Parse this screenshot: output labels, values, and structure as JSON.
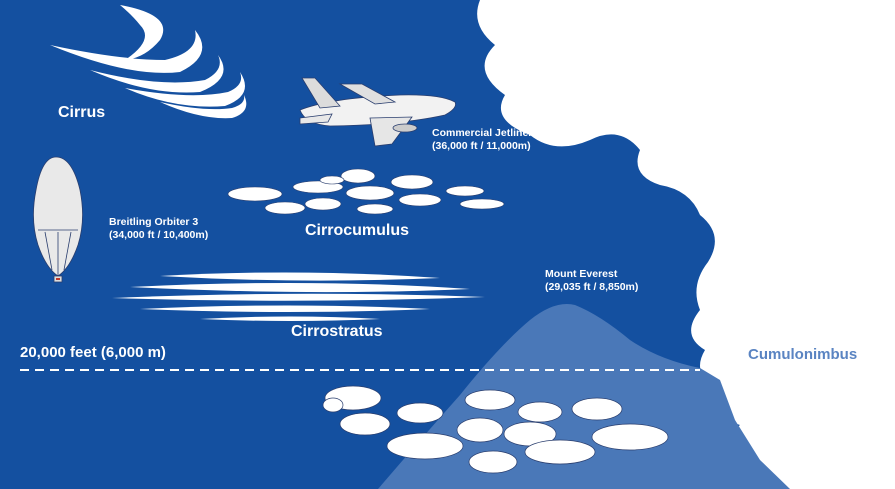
{
  "colors": {
    "sky": "#1450a0",
    "mountain": "#4a78b8",
    "cloud": "#ffffff",
    "cumulonimbus_label": "#5a84c2",
    "outline": "#2a3e6e"
  },
  "labels": {
    "cirrus": "Cirrus",
    "jetliner_name": "Commercial Jetliner",
    "jetliner_altitude": "(36,000 ft / 11,000m)",
    "balloon_name": "Breitling Orbiter 3",
    "balloon_altitude": "(34,000 ft / 10,400m)",
    "cirrocumulus": "Cirrocumulus",
    "everest_name": "Mount Everest",
    "everest_altitude": "(29,035 ft / 8,850m)",
    "cirrostratus": "Cirrostratus",
    "altitude_line": "20,000 feet (6,000 m)",
    "cumulonimbus": "Cumulonimbus"
  },
  "icons": [
    "jetliner-icon",
    "balloon-icon"
  ]
}
